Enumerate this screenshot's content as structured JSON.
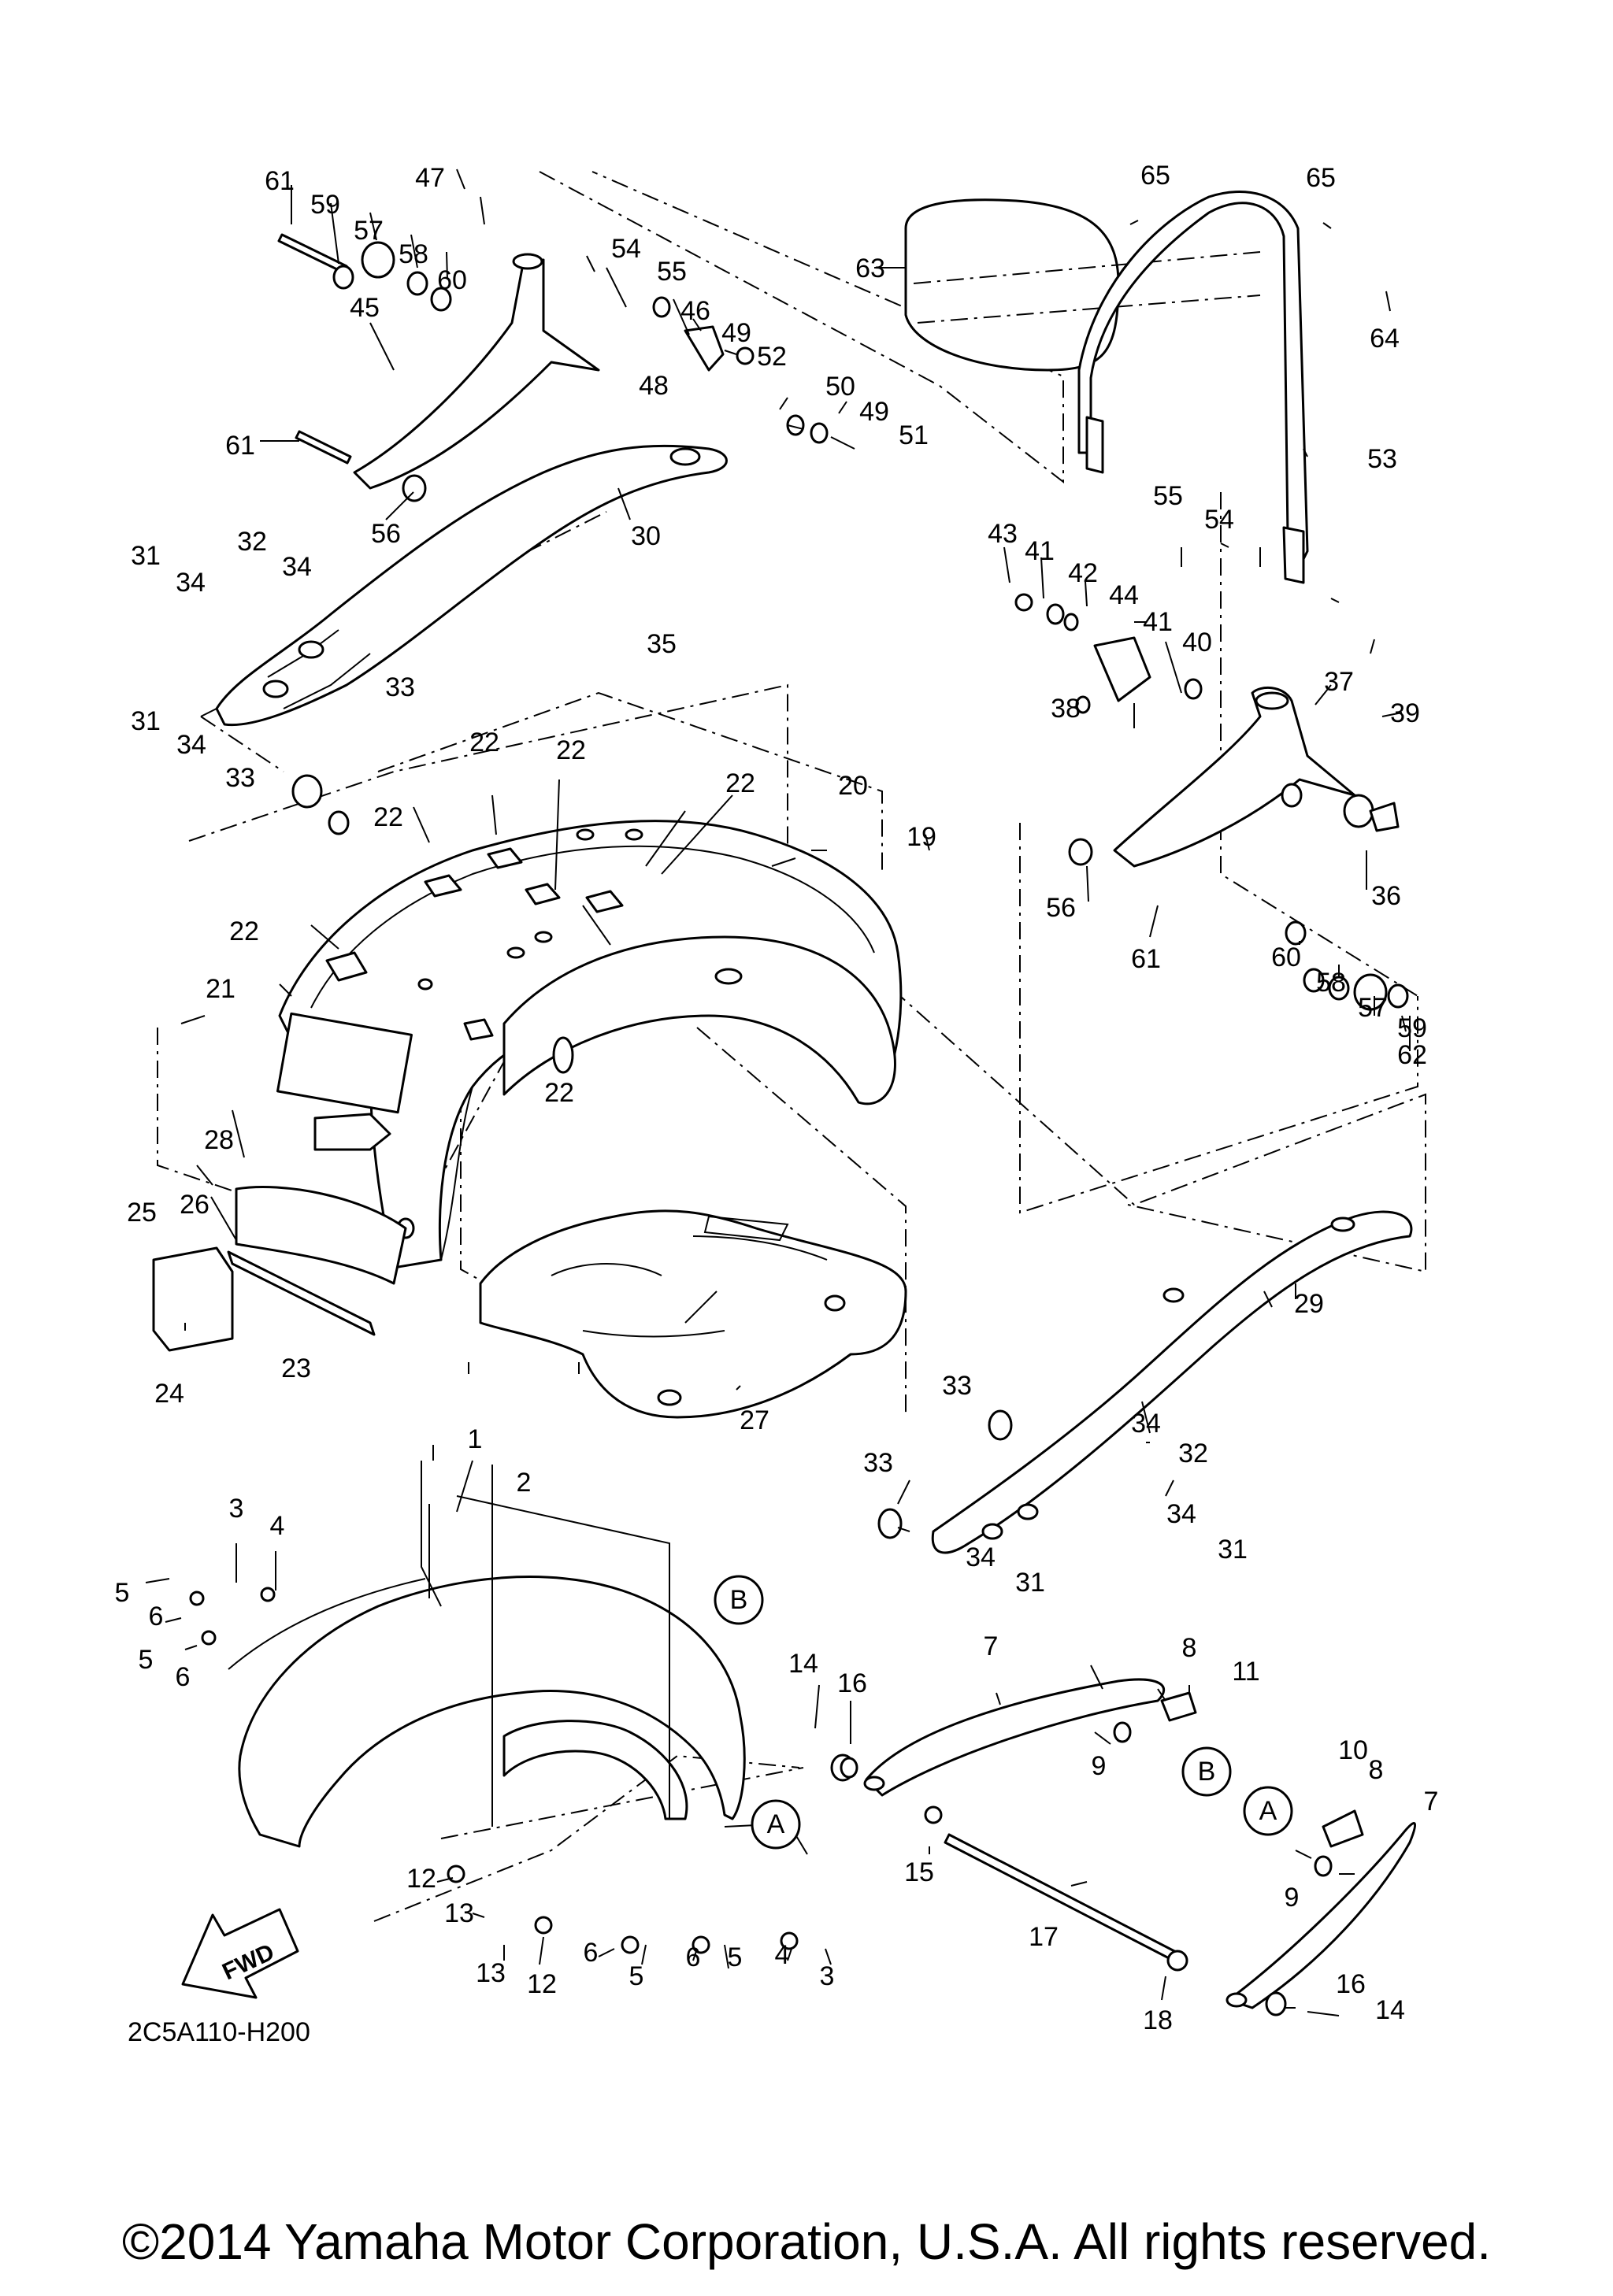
{
  "diagram_code": "2C5A110-H200",
  "copyright": "©2014 Yamaha Motor Corporation, U.S.A. All rights reserved.",
  "fwd_label": "FWD",
  "ref_markers": [
    {
      "label": "A"
    },
    {
      "label": "A"
    },
    {
      "label": "B"
    },
    {
      "label": "B"
    }
  ],
  "callouts": [
    {
      "label": "1"
    },
    {
      "label": "2"
    },
    {
      "label": "3"
    },
    {
      "label": "3"
    },
    {
      "label": "4"
    },
    {
      "label": "4"
    },
    {
      "label": "5"
    },
    {
      "label": "5"
    },
    {
      "label": "5"
    },
    {
      "label": "5"
    },
    {
      "label": "6"
    },
    {
      "label": "6"
    },
    {
      "label": "6"
    },
    {
      "label": "6"
    },
    {
      "label": "7"
    },
    {
      "label": "7"
    },
    {
      "label": "8"
    },
    {
      "label": "8"
    },
    {
      "label": "9"
    },
    {
      "label": "9"
    },
    {
      "label": "10"
    },
    {
      "label": "11"
    },
    {
      "label": "12"
    },
    {
      "label": "12"
    },
    {
      "label": "13"
    },
    {
      "label": "13"
    },
    {
      "label": "14"
    },
    {
      "label": "14"
    },
    {
      "label": "15"
    },
    {
      "label": "16"
    },
    {
      "label": "16"
    },
    {
      "label": "17"
    },
    {
      "label": "18"
    },
    {
      "label": "19"
    },
    {
      "label": "20"
    },
    {
      "label": "21"
    },
    {
      "label": "22"
    },
    {
      "label": "22"
    },
    {
      "label": "22"
    },
    {
      "label": "22"
    },
    {
      "label": "22"
    },
    {
      "label": "22"
    },
    {
      "label": "23"
    },
    {
      "label": "24"
    },
    {
      "label": "25"
    },
    {
      "label": "26"
    },
    {
      "label": "27"
    },
    {
      "label": "28"
    },
    {
      "label": "29"
    },
    {
      "label": "30"
    },
    {
      "label": "31"
    },
    {
      "label": "31"
    },
    {
      "label": "31"
    },
    {
      "label": "31"
    },
    {
      "label": "32"
    },
    {
      "label": "32"
    },
    {
      "label": "33"
    },
    {
      "label": "33"
    },
    {
      "label": "33"
    },
    {
      "label": "33"
    },
    {
      "label": "34"
    },
    {
      "label": "34"
    },
    {
      "label": "34"
    },
    {
      "label": "34"
    },
    {
      "label": "34"
    },
    {
      "label": "34"
    },
    {
      "label": "35"
    },
    {
      "label": "36"
    },
    {
      "label": "37"
    },
    {
      "label": "38"
    },
    {
      "label": "39"
    },
    {
      "label": "40"
    },
    {
      "label": "41"
    },
    {
      "label": "41"
    },
    {
      "label": "42"
    },
    {
      "label": "43"
    },
    {
      "label": "44"
    },
    {
      "label": "45"
    },
    {
      "label": "46"
    },
    {
      "label": "47"
    },
    {
      "label": "48"
    },
    {
      "label": "49"
    },
    {
      "label": "49"
    },
    {
      "label": "50"
    },
    {
      "label": "51"
    },
    {
      "label": "52"
    },
    {
      "label": "53"
    },
    {
      "label": "54"
    },
    {
      "label": "54"
    },
    {
      "label": "55"
    },
    {
      "label": "55"
    },
    {
      "label": "56"
    },
    {
      "label": "56"
    },
    {
      "label": "57"
    },
    {
      "label": "57"
    },
    {
      "label": "58"
    },
    {
      "label": "58"
    },
    {
      "label": "59"
    },
    {
      "label": "59"
    },
    {
      "label": "60"
    },
    {
      "label": "60"
    },
    {
      "label": "61"
    },
    {
      "label": "61"
    },
    {
      "label": "61"
    },
    {
      "label": "62"
    },
    {
      "label": "63"
    },
    {
      "label": "64"
    },
    {
      "label": "65"
    },
    {
      "label": "65"
    }
  ]
}
